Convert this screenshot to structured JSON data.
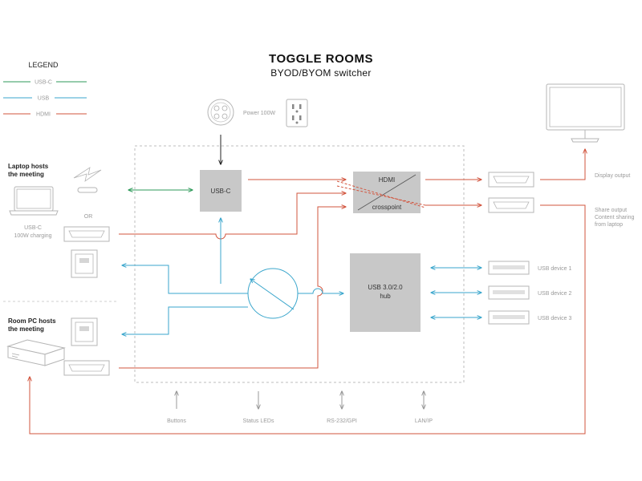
{
  "title": "TOGGLE ROOMS",
  "subtitle": "BYOD/BYOM switcher",
  "legend": {
    "title": "LEGEND",
    "items": [
      {
        "label": "USB-C",
        "color": "#2e9a5a"
      },
      {
        "label": "USB",
        "color": "#3aa6cc"
      },
      {
        "label": "HDMI",
        "color": "#d2553e"
      }
    ]
  },
  "colors": {
    "usbc": "#2e9a5a",
    "usb": "#3aa6cc",
    "hdmi": "#d2553e",
    "power": "#222222",
    "block": "#c8c8c8",
    "device": "#b5b5b5"
  },
  "power": {
    "label": "Power 100W"
  },
  "left": {
    "laptop_label_1": "Laptop hosts",
    "laptop_label_2": "the meeting",
    "or_label": "OR",
    "usbc_label_1": "USB-C",
    "usbc_label_2": "100W charging",
    "roompc_label_1": "Room PC hosts",
    "roompc_label_2": "the meeting"
  },
  "blocks": {
    "usbc": "USB-C",
    "hdmi_top": "HDMI",
    "hdmi_bottom": "crosspoint",
    "hub_1": "USB 3.0/2.0",
    "hub_2": "hub"
  },
  "outputs": {
    "display": "Display output",
    "share_1": "Share output",
    "share_2": "Content sharing",
    "share_3": "from laptop"
  },
  "usb_devices": [
    "USB device 1",
    "USB device 2",
    "USB device 3"
  ],
  "bottom": [
    "Buttons",
    "Status LEDs",
    "RS-232/GPI",
    "LAN/IP"
  ]
}
